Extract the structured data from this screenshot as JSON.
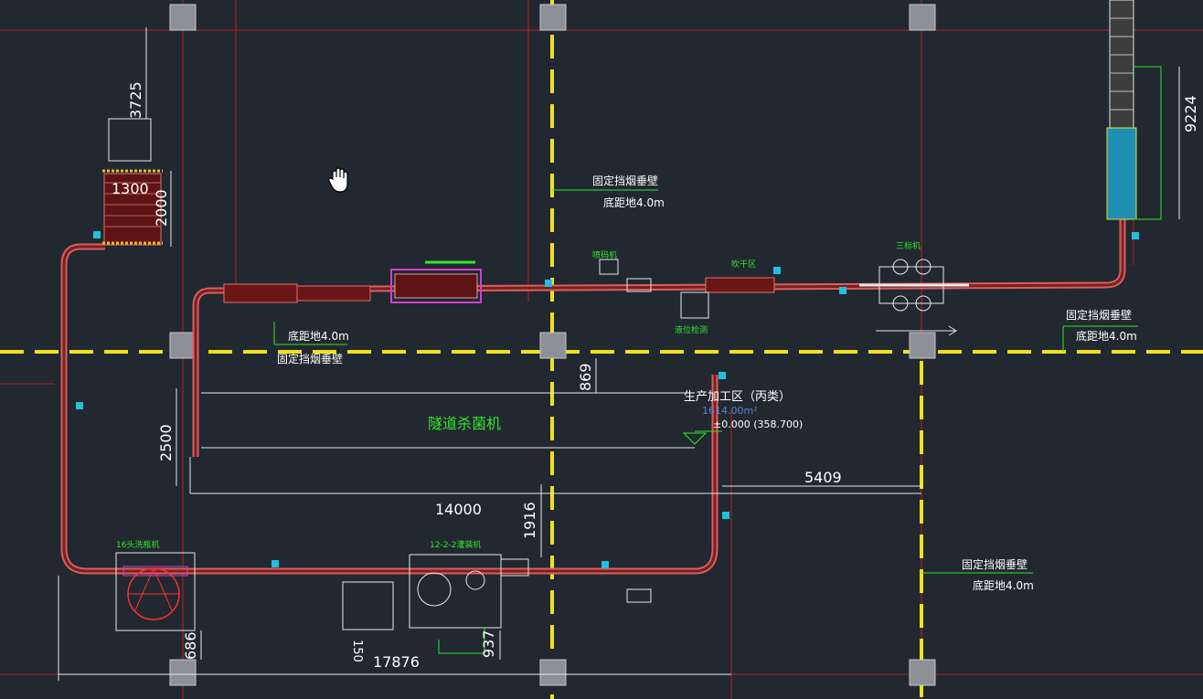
{
  "labels": {
    "wall_1": "固定挡烟垂壁",
    "height_1": "底距地4.0m",
    "wall_2": "固定挡烟垂壁",
    "height_2": "底距地4.0m",
    "wall_3": "固定挡烟垂壁",
    "height_3": "底距地4.0m",
    "wall_4": "固定挡烟垂壁",
    "height_4": "底距地4.0m",
    "production_area": "生产加工区（丙类）",
    "area_value": "1614.00m²",
    "elevation": "±0.000 (358.700)",
    "tunnel": "隧道杀菌机",
    "washer": "16头洗瓶机",
    "filler": "12-2-2灌装机",
    "labeler": "三标机",
    "inkjet": "喷码机",
    "level_check": "液位检测",
    "dryer": "吹干区"
  },
  "dimensions": {
    "d3725": "3725",
    "d1300": "1300",
    "d2000": "2000",
    "d9224": "9224",
    "d869": "869",
    "d2500": "2500",
    "d14000": "14000",
    "d5409": "5409",
    "d1916": "1916",
    "d17876": "17876",
    "d686": "686",
    "d937": "937",
    "d150": "150"
  }
}
